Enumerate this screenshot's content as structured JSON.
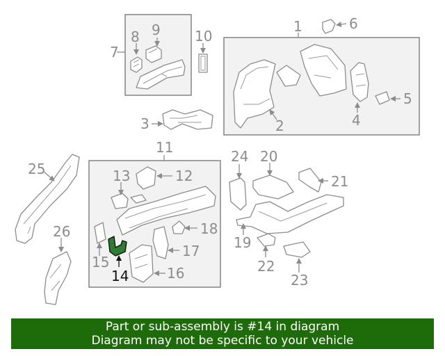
{
  "diagram": {
    "highlighted_part": "14",
    "callouts": [
      "1",
      "2",
      "3",
      "4",
      "5",
      "6",
      "7",
      "8",
      "9",
      "10",
      "11",
      "12",
      "13",
      "14",
      "15",
      "16",
      "17",
      "18",
      "19",
      "20",
      "21",
      "22",
      "23",
      "24",
      "25",
      "26"
    ]
  },
  "banner": {
    "line1": "Part or sub-assembly is #14 in diagram",
    "line2": "Diagram may not be specific to your vehicle"
  },
  "colors": {
    "banner_bg": "#1e6b0a",
    "highlight_part": "#2e7d32",
    "line_gray": "#8c8c8c"
  }
}
